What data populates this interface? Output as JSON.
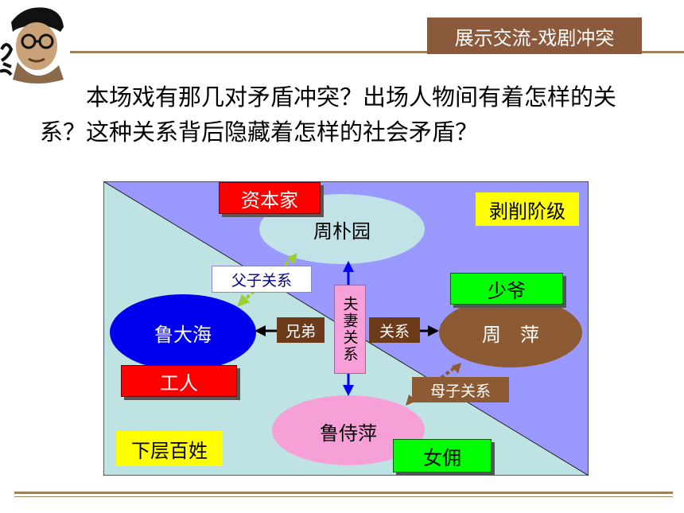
{
  "header": {
    "title": "展示交流-戏剧冲突",
    "background": "#8b5a3c"
  },
  "question": {
    "text": "本场戏有那几对矛盾冲突？出场人物间有着怎样的关系？这种关系背后隐藏着怎样的社会矛盾？"
  },
  "diagram": {
    "class_upper": "剥削阶级",
    "class_lower": "下层百姓",
    "persons": {
      "zhou_puyuan": {
        "name": "周朴园",
        "tag": "资本家",
        "color": "#c1e2e6"
      },
      "lu_dahai": {
        "name": "鲁大海",
        "tag": "工人",
        "color": "#0000ee"
      },
      "zhou_ping": {
        "name": "周　萍",
        "tag": "少爷",
        "color": "#8c5a33"
      },
      "lu_shiping": {
        "name": "鲁侍萍",
        "tag": "女佣",
        "color": "#f7a0d8"
      }
    },
    "relations": {
      "father_son": "父子关系",
      "brothers": "兄弟",
      "relation": "关系",
      "husband_wife": "夫妻关系",
      "mother_son": "母子关系"
    },
    "colors": {
      "upper_bg": "#9999ff",
      "lower_bg": "#bfe3e3",
      "tag_red": "#ff0000",
      "tag_green": "#00ff00",
      "tag_yellow": "#ffff00",
      "arrow": "#0000ff",
      "brown": "#6e3b1a"
    }
  }
}
